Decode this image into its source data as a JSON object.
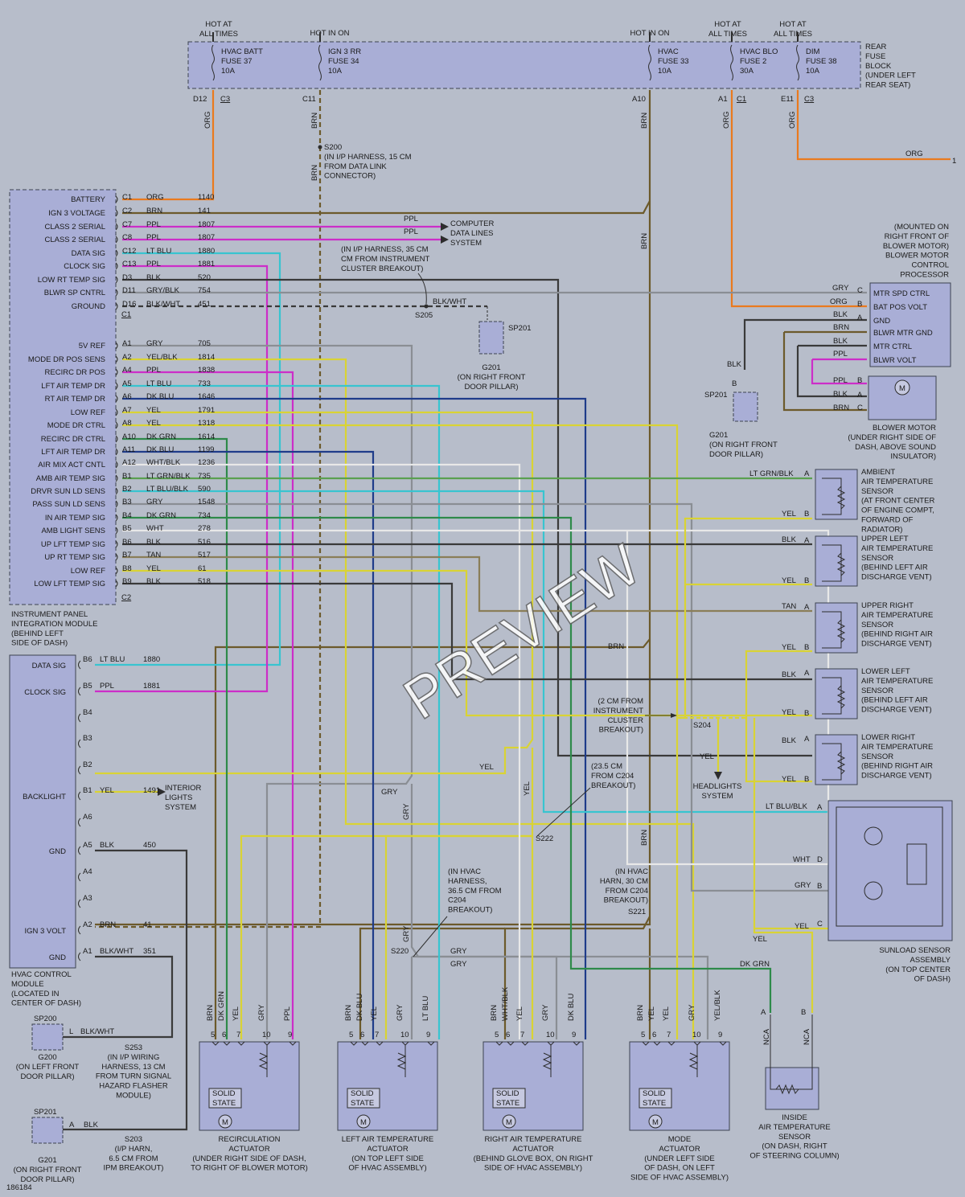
{
  "fuse_block": {
    "hot_labels": [
      {
        "id": "h1",
        "text": "HOT AT\nALL TIMES"
      },
      {
        "id": "h2",
        "text": "HOT IN ON"
      },
      {
        "id": "h3",
        "text": "HOT IN ON"
      },
      {
        "id": "h4",
        "text": "HOT AT\nALL TIMES"
      },
      {
        "id": "h5",
        "text": "HOT AT\nALL TIMES"
      }
    ],
    "fuses": [
      {
        "name": "HVAC BATT\nFUSE 37\n10A"
      },
      {
        "name": "IGN 3 RR\nFUSE 34\n10A"
      },
      {
        "name": "HVAC\nFUSE 33\n10A"
      },
      {
        "name": "HVAC BLO\nFUSE 2\n30A"
      },
      {
        "name": "DIM\nFUSE 38\n10A"
      }
    ],
    "block_label": "REAR\nFUSE\nBLOCK\n(UNDER LEFT\nREAR SEAT)",
    "terminals": [
      "D12",
      "C3",
      "C11",
      "A10",
      "A1",
      "C1",
      "E11",
      "C3"
    ]
  },
  "wire_labels": {
    "org": "ORG",
    "brn": "BRN",
    "ppl": "PPL",
    "blk": "BLK",
    "gry": "GRY",
    "yel": "YEL",
    "tan": "TAN",
    "lt_blu": "LT BLU",
    "wht": "WHT",
    "dk_grn": "DK GRN",
    "lt_grn_blk": "LT GRN/BLK",
    "lt_blu_blk": "LT BLU/BLK",
    "blk_wht": "BLK/WHT",
    "wht_blk": "WHT/BLK",
    "dk_blu": "DK BLU",
    "yel_blk": "YEL/BLK",
    "nca": "NCA",
    "one": "1"
  },
  "splices": {
    "s200": "S200\n(IN I/P HARNESS, 15 CM\nFROM DATA LINK\nCONNECTOR)",
    "s205_note": "(IN I/P HARNESS, 35 CM\nCM FROM INSTRUMENT\nCLUSTER BREAKOUT)",
    "s205": "S205",
    "sp201": "SP201",
    "g201_center": "G201\n(ON RIGHT FRONT\nDOOR PILLAR)",
    "s204_note": "(2 CM FROM\nINSTRUMENT\nCLUSTER\nBREAKOUT)",
    "s204": "S204",
    "s222_note": "(23.5 CM\nFROM C204\nBREAKOUT)",
    "s222": "S222",
    "s220_note": "(IN HVAC\nHARNESS,\n36.5 CM FROM\nC204\nBREAKOUT)",
    "s220": "S220",
    "s221_note": "(IN HVAC\nHARN, 30 CM\nFROM C204\nBREAKOUT)",
    "s221": "S221",
    "headlights": "HEADLIGHTS\nSYSTEM",
    "computer": "COMPUTER\nDATA LINES\nSYSTEM",
    "interior": "INTERIOR\nLIGHTS\nSYSTEM"
  },
  "ipim": {
    "label": "INSTRUMENT PANEL\nINTEGRATION MODULE\n(BEHIND LEFT\nSIDE OF DASH)",
    "pins": [
      {
        "name": "BATTERY",
        "pin": "C1",
        "color": "ORG",
        "circuit": "1140"
      },
      {
        "name": "IGN 3 VOLTAGE",
        "pin": "C2",
        "color": "BRN",
        "circuit": "141"
      },
      {
        "name": "CLASS 2 SERIAL",
        "pin": "C7",
        "color": "PPL",
        "circuit": "1807"
      },
      {
        "name": "CLASS 2 SERIAL",
        "pin": "C8",
        "color": "PPL",
        "circuit": "1807"
      },
      {
        "name": "DATA SIG",
        "pin": "C12",
        "color": "LT BLU",
        "circuit": "1880"
      },
      {
        "name": "CLOCK SIG",
        "pin": "C13",
        "color": "PPL",
        "circuit": "1881"
      },
      {
        "name": "LOW RT TEMP SIG",
        "pin": "D3",
        "color": "BLK",
        "circuit": "520"
      },
      {
        "name": "BLWR SP CNTRL",
        "pin": "D11",
        "color": "GRY/BLK",
        "circuit": "754"
      },
      {
        "name": "GROUND",
        "pin": "D16",
        "color": "BLK/WHT",
        "circuit": "451"
      },
      {
        "name": "5V REF",
        "pin": "A1",
        "color": "GRY",
        "circuit": "705"
      },
      {
        "name": "MODE DR POS SENS",
        "pin": "A2",
        "color": "YEL/BLK",
        "circuit": "1814"
      },
      {
        "name": "RECIRC DR POS",
        "pin": "A4",
        "color": "PPL",
        "circuit": "1838"
      },
      {
        "name": "LFT AIR TEMP DR",
        "pin": "A5",
        "color": "LT BLU",
        "circuit": "733"
      },
      {
        "name": "RT AIR TEMP DR",
        "pin": "A6",
        "color": "DK BLU",
        "circuit": "1646"
      },
      {
        "name": "LOW REF",
        "pin": "A7",
        "color": "YEL",
        "circuit": "1791"
      },
      {
        "name": "MODE DR CTRL",
        "pin": "A8",
        "color": "YEL",
        "circuit": "1318"
      },
      {
        "name": "RECIRC DR CTRL",
        "pin": "A10",
        "color": "DK GRN",
        "circuit": "1614"
      },
      {
        "name": "LFT AIR TEMP DR",
        "pin": "A11",
        "color": "DK BLU",
        "circuit": "1199"
      },
      {
        "name": "AIR MIX ACT CNTL",
        "pin": "A12",
        "color": "WHT/BLK",
        "circuit": "1236"
      },
      {
        "name": "AMB AIR TEMP SIG",
        "pin": "B1",
        "color": "LT GRN/BLK",
        "circuit": "735"
      },
      {
        "name": "DRVR SUN LD SENS",
        "pin": "B2",
        "color": "LT BLU/BLK",
        "circuit": "590"
      },
      {
        "name": "PASS SUN LD SENS",
        "pin": "B3",
        "color": "GRY",
        "circuit": "1548"
      },
      {
        "name": "IN AIR TEMP SIG",
        "pin": "B4",
        "color": "DK GRN",
        "circuit": "734"
      },
      {
        "name": "AMB LIGHT SENS",
        "pin": "B5",
        "color": "WHT",
        "circuit": "278"
      },
      {
        "name": "UP LFT TEMP SIG",
        "pin": "B6",
        "color": "BLK",
        "circuit": "516"
      },
      {
        "name": "UP RT TEMP SIG",
        "pin": "B7",
        "color": "TAN",
        "circuit": "517"
      },
      {
        "name": "LOW REF",
        "pin": "B8",
        "color": "YEL",
        "circuit": "61"
      },
      {
        "name": "LOW LFT TEMP SIG",
        "pin": "B9",
        "color": "BLK",
        "circuit": "518"
      }
    ],
    "connector_labels": [
      "C1",
      "C2"
    ]
  },
  "hvac_module": {
    "label": "HVAC CONTROL\nMODULE\n(LOCATED IN\nCENTER OF DASH)",
    "pins": [
      {
        "name": "DATA SIG",
        "pin": "B6",
        "color": "LT BLU",
        "circuit": "1880"
      },
      {
        "name": "CLOCK SIG",
        "pin": "B5",
        "color": "PPL",
        "circuit": "1881"
      },
      {
        "name": "",
        "pin": "B4",
        "color": "",
        "circuit": ""
      },
      {
        "name": "",
        "pin": "B3",
        "color": "",
        "circuit": ""
      },
      {
        "name": "",
        "pin": "B2",
        "color": "",
        "circuit": ""
      },
      {
        "name": "BACKLIGHT",
        "pin": "B1",
        "color": "YEL",
        "circuit": "1491"
      },
      {
        "name": "",
        "pin": "A6",
        "color": "",
        "circuit": ""
      },
      {
        "name": "GND",
        "pin": "A5",
        "color": "BLK",
        "circuit": "450"
      },
      {
        "name": "",
        "pin": "A4",
        "color": "",
        "circuit": ""
      },
      {
        "name": "",
        "pin": "A3",
        "color": "",
        "circuit": ""
      },
      {
        "name": "IGN 3 VOLT",
        "pin": "A2",
        "color": "BRN",
        "circuit": "41"
      },
      {
        "name": "GND",
        "pin": "A1",
        "color": "BLK/WHT",
        "circuit": "351"
      }
    ]
  },
  "blower_processor": {
    "label": "(MOUNTED ON\nRIGHT FRONT OF\nBLOWER MOTOR)\nBLOWER MOTOR\nCONTROL\nPROCESSOR",
    "pins": [
      {
        "name": "MTR SPD CTRL",
        "pin": "C",
        "color": "GRY"
      },
      {
        "name": "BAT POS VOLT",
        "pin": "B",
        "color": "ORG"
      },
      {
        "name": "GND",
        "pin": "A",
        "color": "BLK"
      },
      {
        "name": "BLWR MTR GND",
        "pin": "",
        "color": "BRN"
      },
      {
        "name": "MTR CTRL",
        "pin": "",
        "color": "BLK"
      },
      {
        "name": "BLWR VOLT",
        "pin": "",
        "color": "PPL"
      }
    ]
  },
  "blower_motor": {
    "label": "BLOWER MOTOR\n(UNDER RIGHT SIDE OF\nDASH, ABOVE SOUND\nINSULATOR)",
    "pins": [
      {
        "pin": "B",
        "color": "PPL"
      },
      {
        "pin": "A",
        "color": "BLK"
      },
      {
        "pin": "C",
        "color": "BRN"
      }
    ]
  },
  "sp201_right": {
    "sp": "SP201",
    "pin_b": "B",
    "g": "G201\n(ON RIGHT FRONT\nDOOR PILLAR)"
  },
  "sensors": [
    {
      "label": "AMBIENT\nAIR TEMPERATURE\nSENSOR\n(AT FRONT CENTER\nOF ENGINE COMPT,\nFORWARD OF\nRADIATOR)",
      "a": "LT GRN/BLK",
      "b": "YEL"
    },
    {
      "label": "UPPER LEFT\nAIR TEMPERATURE\nSENSOR\n(BEHIND LEFT AIR\nDISCHARGE VENT)",
      "a": "BLK",
      "b": "YEL"
    },
    {
      "label": "UPPER RIGHT\nAIR TEMPERATURE\nSENSOR\n(BEHIND RIGHT AIR\nDISCHARGE VENT)",
      "a": "TAN",
      "b": "YEL"
    },
    {
      "label": "LOWER LEFT\nAIR TEMPERATURE\nSENSOR\n(BEHIND LEFT AIR\nDISCHARGE VENT)",
      "a": "BLK",
      "b": "YEL"
    },
    {
      "label": "LOWER RIGHT\nAIR TEMPERATURE\nSENSOR\n(BEHIND RIGHT AIR\nDISCHARGE VENT)",
      "a": "BLK",
      "b": "YEL"
    }
  ],
  "sunload": {
    "label": "SUNLOAD SENSOR\nASSEMBLY\n(ON TOP CENTER\nOF DASH)",
    "pins": [
      {
        "pin": "A",
        "color": "LT BLU/BLK"
      },
      {
        "pin": "D",
        "color": "WHT"
      },
      {
        "pin": "B",
        "color": "GRY"
      },
      {
        "pin": "C",
        "color": "YEL"
      }
    ]
  },
  "inside_sensor": {
    "label": "INSIDE\nAIR TEMPERATURE\nSENSOR\n(ON DASH, RIGHT\nOF STEERING COLUMN)",
    "pins": [
      "A",
      "B"
    ]
  },
  "actuators": [
    {
      "label": "RECIRCULATION\nACTUATOR\n(UNDER RIGHT SIDE OF DASH,\nTO RIGHT OF BLOWER MOTOR)",
      "wires": [
        "BRN",
        "DK GRN",
        "YEL",
        "GRY",
        "PPL"
      ],
      "pins": [
        "5",
        "6",
        "7",
        "10",
        "9"
      ]
    },
    {
      "label": "LEFT AIR TEMPERATURE\nACTUATOR\n(ON TOP LEFT SIDE\nOF HVAC ASSEMBLY)",
      "wires": [
        "BRN",
        "DK BLU",
        "YEL",
        "GRY",
        "LT BLU"
      ],
      "pins": [
        "5",
        "6",
        "7",
        "10",
        "9"
      ]
    },
    {
      "label": "RIGHT AIR TEMPERATURE\nACTUATOR\n(BEHIND GLOVE BOX, ON RIGHT\nSIDE OF HVAC ASSEMBLY)",
      "wires": [
        "BRN",
        "WHT/BLK",
        "YEL",
        "GRY",
        "DK BLU"
      ],
      "pins": [
        "5",
        "6",
        "7",
        "10",
        "9"
      ]
    },
    {
      "label": "MODE\nACTUATOR\n(UNDER LEFT SIDE\nOF DASH, ON LEFT\nSIDE OF HVAC ASSEMBLY)",
      "wires": [
        "BRN",
        "YEL",
        "YEL",
        "GRY",
        "YEL/BLK"
      ],
      "pins": [
        "5",
        "6",
        "7",
        "10",
        "9"
      ]
    }
  ],
  "solid_state": "SOLID\nSTATE",
  "motor_symbol": "M",
  "grounds": [
    {
      "sp": "SP200",
      "pin": "L",
      "color": "BLK/WHT",
      "g": "G200\n(ON LEFT FRONT\nDOOR PILLAR)",
      "splice": "S253\n(IN I/P WIRING\nHARNESS, 13 CM\nFROM TURN SIGNAL\nHAZARD FLASHER\nMODULE)"
    },
    {
      "sp": "SP201",
      "pin": "A",
      "color": "BLK",
      "g": "G201\n(ON RIGHT FRONT\nDOOR PILLAR)",
      "splice": "S203\n(I/P HARN,\n6.5 CM FROM\nIPM BREAKOUT)"
    }
  ],
  "diagram_id": "186184",
  "watermark": "PREVIEW"
}
